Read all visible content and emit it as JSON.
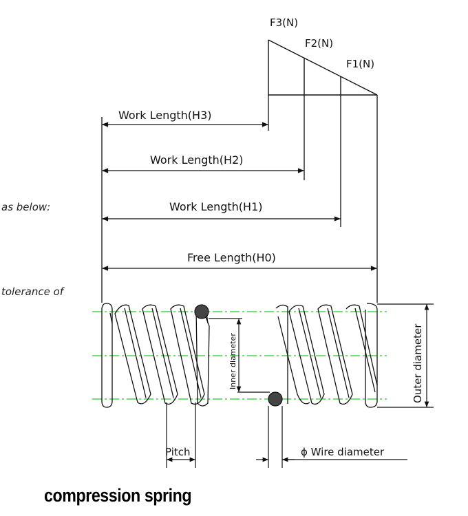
{
  "labels": {
    "f3": "F3(N)",
    "f2": "F2(N)",
    "f1": "F1(N)",
    "work_h3": "Work Length(H3)",
    "work_h2": "Work Length(H2)",
    "work_h1": "Work Length(H1)",
    "free_h0": "Free Length(H0)",
    "inner_diameter": "Inner diameter",
    "outer_diameter": "Outer diameter",
    "pitch": "Pitch",
    "wire_diameter": "ϕ Wire diameter"
  },
  "side_text": {
    "as_below": "as below:",
    "tolerance": "tolerance of"
  },
  "caption": "compression spring",
  "colors": {
    "line": "#111111",
    "centerline": "#22cc22",
    "wire_section": "#444444"
  }
}
